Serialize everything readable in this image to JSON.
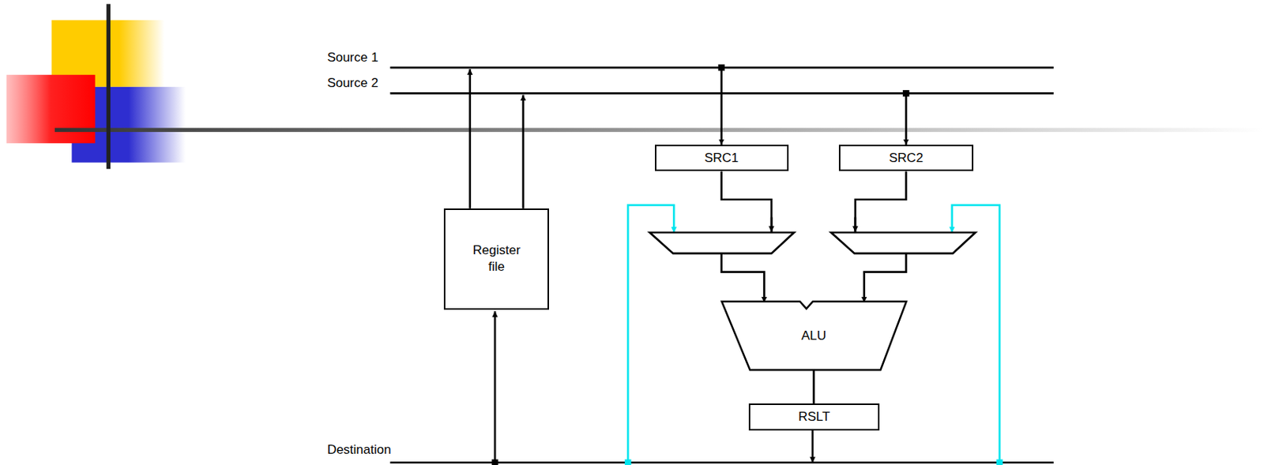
{
  "diagram": {
    "nodes": [
      {
        "text": [
          "Register file"
        ]
      },
      {
        "text": [
          "SRC1"
        ]
      },
      {
        "text": [
          "SRC2"
        ]
      },
      {
        "text": [
          "ALU"
        ]
      },
      {
        "text": [
          "RSLT"
        ]
      }
    ],
    "edges": [
      {
        "from": 1,
        "to": 3,
        "arrow": "to"
      },
      {
        "from": 2,
        "to": 3,
        "arrow": "to"
      },
      {
        "from": 3,
        "to": 4,
        "arrow": "none"
      }
    ],
    "labels": [
      "Source 1",
      "Source 2",
      "Destination"
    ]
  }
}
